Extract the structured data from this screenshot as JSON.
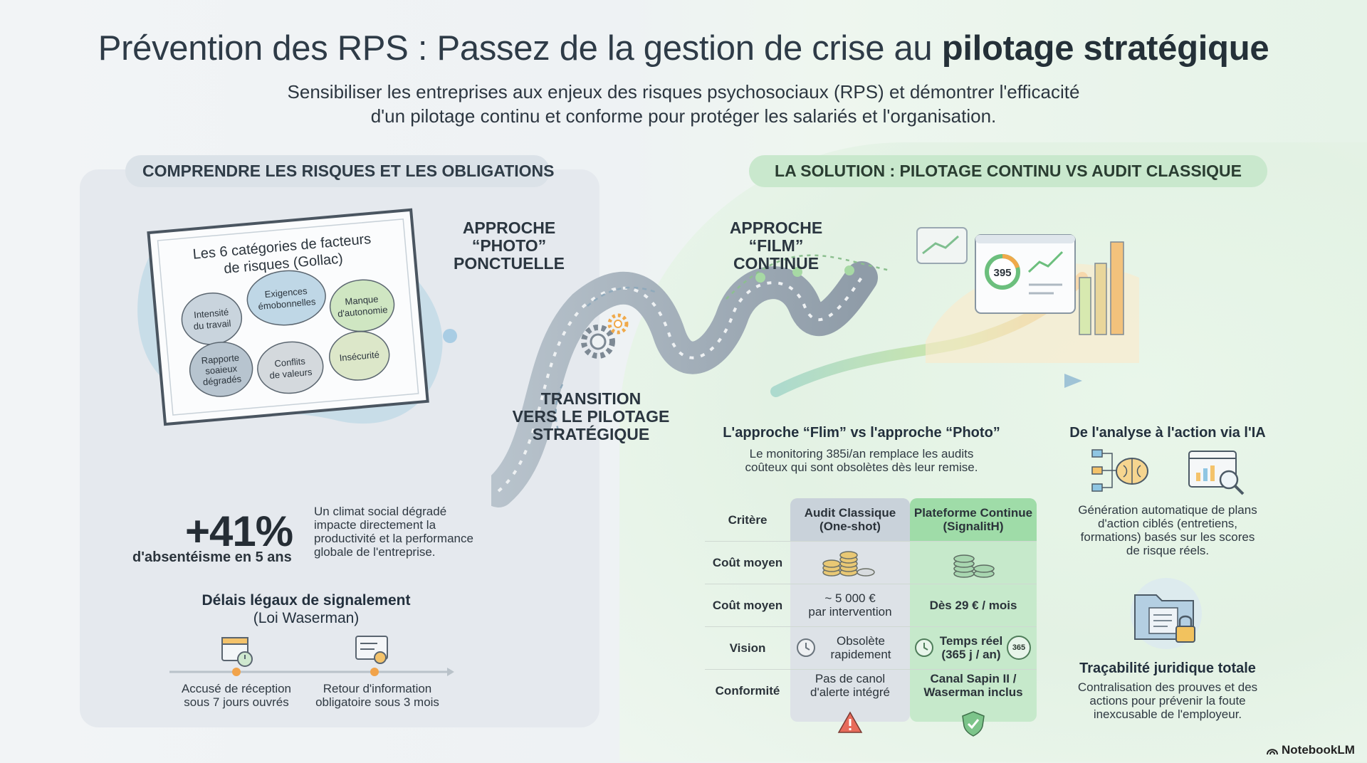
{
  "header": {
    "title_regular": "Prévention des RPS : Passez de la gestion de crise au ",
    "title_bold": "pilotage stratégique",
    "subtitle_line1": "Sensibiliser les entreprises aux enjeux des risques psychosociaux (RPS) et démontrer l'efficacité",
    "subtitle_line2": "d'un pilotage continu et conforme pour protéger les salariés et l'organisation."
  },
  "left": {
    "section_title": "COMPRENDRE LES RISQUES ET LES OBLIGATIONS",
    "gollac": {
      "title_line1": "Les 6 catégories de facteurs",
      "title_line2": "de risques (Gollac)",
      "bubbles": [
        {
          "line1": "Intensité",
          "line2": "du travail"
        },
        {
          "line1": "Exigences",
          "line2": "émobonnelles"
        },
        {
          "line1": "Manque",
          "line2": "d'autonomie"
        },
        {
          "line1": "Rapporte",
          "line2": "soaieux",
          "line3": "dégradés"
        },
        {
          "line1": "Conflits",
          "line2": "de valeurs"
        },
        {
          "line1": "Insécurité",
          "line2": ""
        }
      ]
    },
    "photo_label": {
      "line1": "APPROCHE",
      "line2": "“PHOTO”",
      "line3": "PONCTUELLE"
    },
    "stat": {
      "value": "+41%",
      "label": "d'absentéisme en 5 ans",
      "desc_line1": "Un climat social dégradé",
      "desc_line2": "impacte directement la",
      "desc_line3": "productivité et la performance",
      "desc_line4": "globale de l'entreprise."
    },
    "delays": {
      "title": "Délais légaux de signalement",
      "subtitle": "(Loi Waserman)",
      "step1_line1": "Accusé de réception",
      "step1_line2": "sous 7 jours ouvrés",
      "step2_line1": "Retour d'information",
      "step2_line2": "obligatoire sous 3 mois"
    }
  },
  "middle": {
    "transition": {
      "line1": "TRANSITION",
      "line2": "VERS LE PILOTAGE",
      "line3": "STRATÉGIQUE"
    },
    "film_label": {
      "line1": "APPROCHE",
      "line2": "“FILM”",
      "line3": "CONTINUE"
    },
    "dashboard_value": "395"
  },
  "right": {
    "section_title": "LA SOLUTION : PILOTAGE CONTINU VS AUDIT CLASSIQUE",
    "comparison": {
      "title": "L'approche “Flim” vs l'approche “Photo”",
      "desc_line1": "Le monitoring 385i/an remplace les audits",
      "desc_line2": "coûteux qui sont obsolètes dès leur remise.",
      "col_criterion": "Critère",
      "col_audit_line1": "Audit Classique",
      "col_audit_line2": "(One-shot)",
      "col_platform_line1": "Plateforme Continue",
      "col_platform_line2": "(SignalitH)",
      "rows": [
        {
          "criterion": "Coût moyen",
          "audit": "",
          "platform": ""
        },
        {
          "criterion": "Coût moyen",
          "audit_line1": "~ 5 000 €",
          "audit_line2": "par intervention",
          "platform": "Dès 29 € / mois"
        },
        {
          "criterion": "Vision",
          "audit_line1": "Obsolète",
          "audit_line2": "rapidement",
          "platform_line1": "Temps réel",
          "platform_line2": "(365 j / an)",
          "badge": "365"
        },
        {
          "criterion": "Conformité",
          "audit_line1": "Pas de canol",
          "audit_line2": "d'alerte intégré",
          "platform_line1": "Canal Sapin II /",
          "platform_line2": "Waserman inclus"
        }
      ]
    },
    "ai": {
      "title": "De l'analyse à l'action via l'IA",
      "desc_line1": "Génération automatique de plans",
      "desc_line2": "d'action ciblés (entretiens,",
      "desc_line3": "formations) basés sur les scores",
      "desc_line4": "de risque réels."
    },
    "trace": {
      "title": "Traçabilité juridique totale",
      "desc_line1": "Contralisation des prouves et des",
      "desc_line2": "actions pour prévenir la foute",
      "desc_line3": "inexcusable de l'employeur."
    }
  },
  "footer": {
    "brand": "NotebookLM"
  },
  "colors": {
    "audit_col": "#d8dde3",
    "platform_col": "#bfe6c4",
    "accent_green": "#5fae6a",
    "accent_orange": "#f0a94a"
  }
}
